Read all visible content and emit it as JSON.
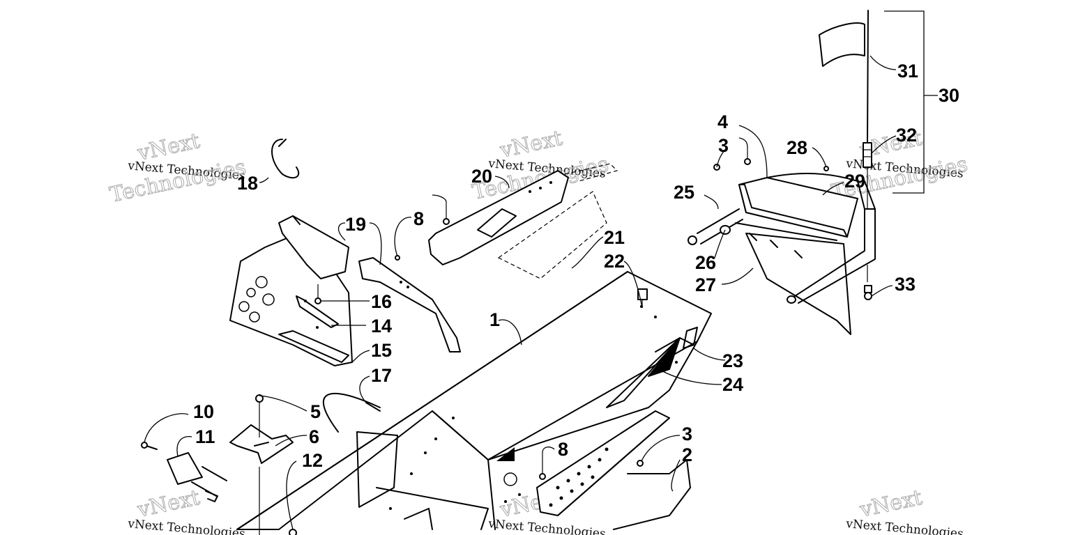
{
  "watermark": {
    "brand": "vNext",
    "line": "vNext Technologies",
    "word": "Technologies"
  },
  "callouts": {
    "c1": "1",
    "c2": "2",
    "c3a": "3",
    "c3b": "3",
    "c4": "4",
    "c5": "5",
    "c6": "6",
    "c8a": "8",
    "c8b": "8",
    "c10": "10",
    "c11": "11",
    "c12": "12",
    "c14": "14",
    "c15": "15",
    "c16": "16",
    "c17": "17",
    "c18": "18",
    "c19": "19",
    "c20": "20",
    "c21": "21",
    "c22": "22",
    "c23": "23",
    "c24": "24",
    "c25": "25",
    "c26": "26",
    "c27": "27",
    "c28": "28",
    "c29": "29",
    "c30": "30",
    "c31": "31",
    "c32": "32",
    "c33": "33"
  },
  "colors": {
    "line": "#000000",
    "background": "#ffffff",
    "watermark": "#aaaaaa"
  }
}
